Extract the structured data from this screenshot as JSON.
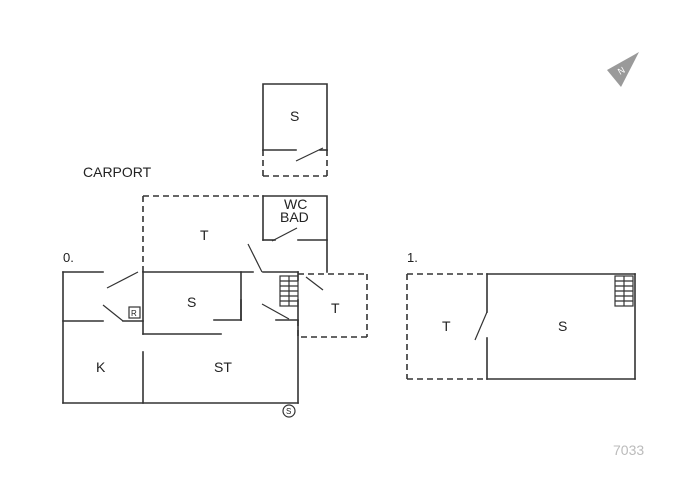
{
  "labels": {
    "carport": "CARPORT",
    "annex_s": "S",
    "wc_bad_line1": "WC",
    "wc_bad_line2": "BAD",
    "terrace_top": "T",
    "room_s": "S",
    "room_k": "K",
    "room_st": "ST",
    "terrace_right": "T",
    "floor1_t": "T",
    "floor1_s": "S"
  },
  "floors": {
    "ground": "0.",
    "first": "1."
  },
  "symbols": {
    "fridge": "R",
    "stove": "S"
  },
  "north_letter": "N",
  "reference": "7033",
  "colors": {
    "line": "#333333",
    "reference": "#bbbbbb",
    "north_arrow": "#9a9a9a"
  }
}
